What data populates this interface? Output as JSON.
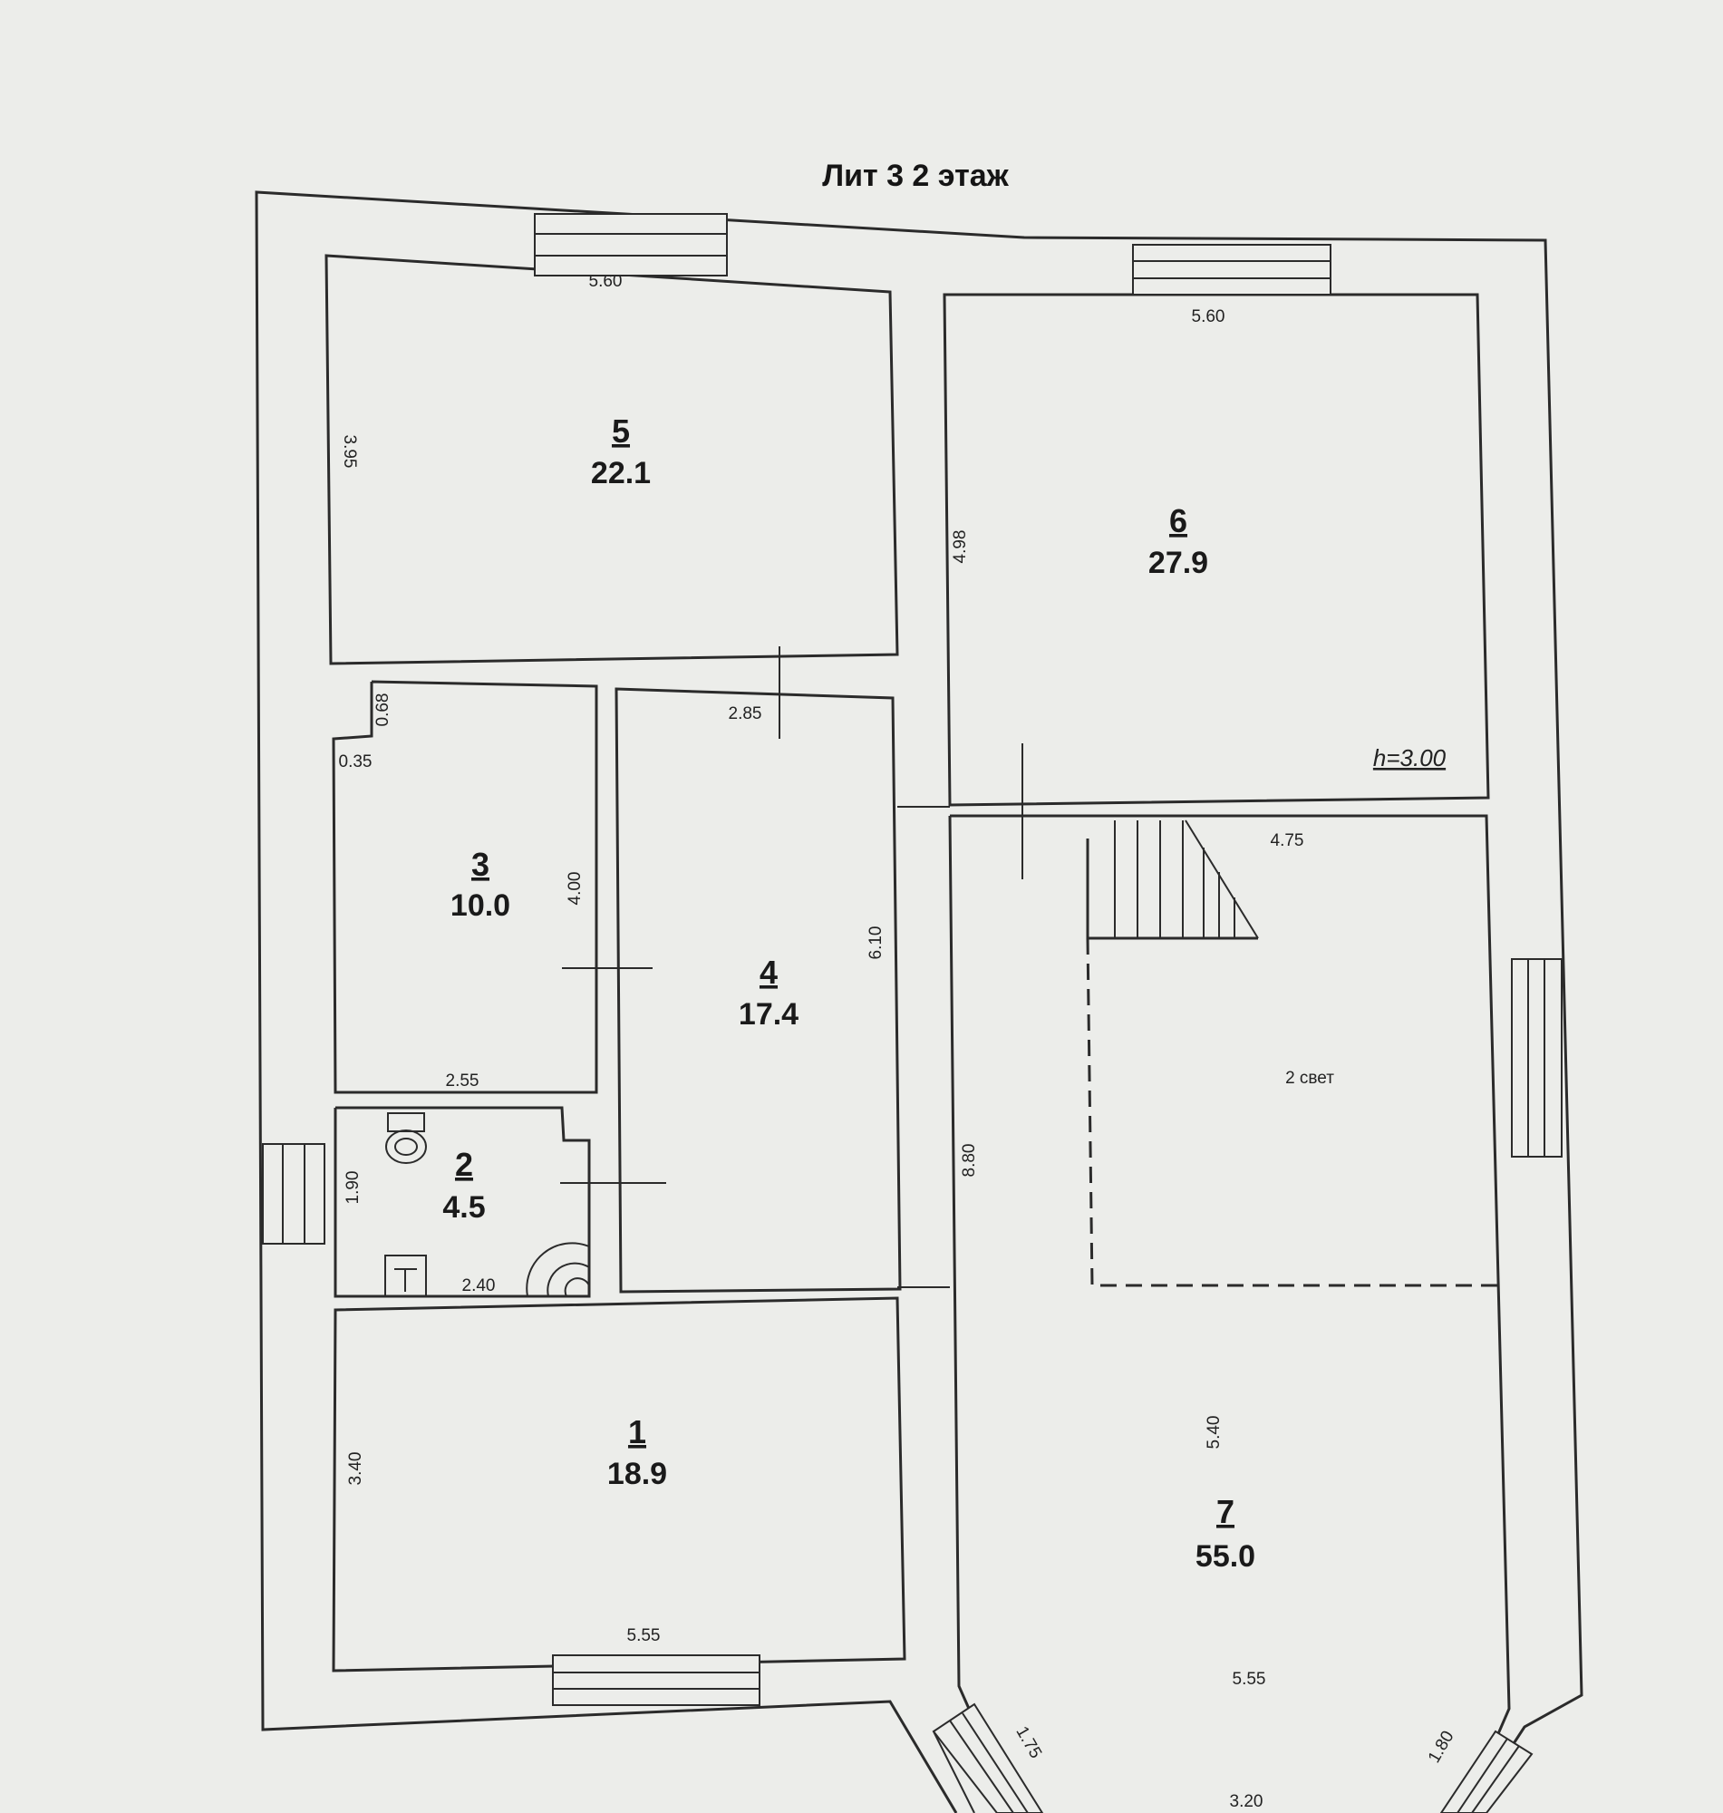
{
  "title": "Лит 3 2 этаж",
  "rooms": [
    {
      "number": "1",
      "area": "18.9"
    },
    {
      "number": "2",
      "area": "4.5"
    },
    {
      "number": "3",
      "area": "10.0"
    },
    {
      "number": "4",
      "area": "17.4"
    },
    {
      "number": "5",
      "area": "22.1"
    },
    {
      "number": "6",
      "area": "27.9"
    },
    {
      "number": "7",
      "area": "55.0"
    }
  ],
  "dimensions": {
    "room5_width": "5.60",
    "room5_height": "3.95",
    "room6_width": "5.60",
    "room6_height": "4.98",
    "room4_width": "2.85",
    "room4_height": "6.10",
    "room3_step_h": "0.68",
    "room3_step_w": "0.35",
    "room3_height": "4.00",
    "room3_width": "2.55",
    "room2_height": "1.90",
    "room2_width": "2.40",
    "room1_height": "3.40",
    "room1_width": "5.55",
    "room7_top": "4.75",
    "room7_left": "8.80",
    "room7_mid": "5.40",
    "room7_bottom": "5.55",
    "bay_left": "1.75",
    "bay_right": "1.80",
    "bay_bottom": "3.20"
  },
  "notes": {
    "height": "h=3.00",
    "double_light": "2 свет"
  }
}
